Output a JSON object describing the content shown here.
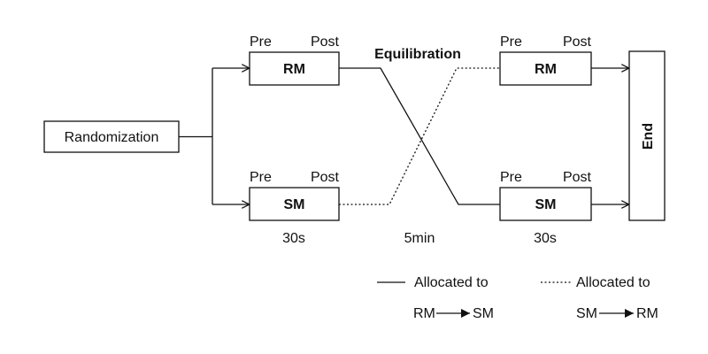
{
  "colors": {
    "stroke": "#111111",
    "background": "#ffffff"
  },
  "nodes": {
    "randomization": "Randomization",
    "end": "End",
    "rm_first": "RM",
    "sm_first": "SM",
    "rm_second": "RM",
    "sm_second": "SM"
  },
  "phase_labels": {
    "pre": "Pre",
    "post": "Post"
  },
  "equilibration": "Equilibration",
  "durations": {
    "first_phase": "30s",
    "equilibration": "5min",
    "second_phase": "30s"
  },
  "legend": {
    "solid": {
      "line_style": "solid",
      "label": "Allocated to",
      "from": "RM",
      "to": "SM"
    },
    "dotted": {
      "line_style": "dotted",
      "label": "Allocated to",
      "from": "SM",
      "to": "RM"
    }
  }
}
